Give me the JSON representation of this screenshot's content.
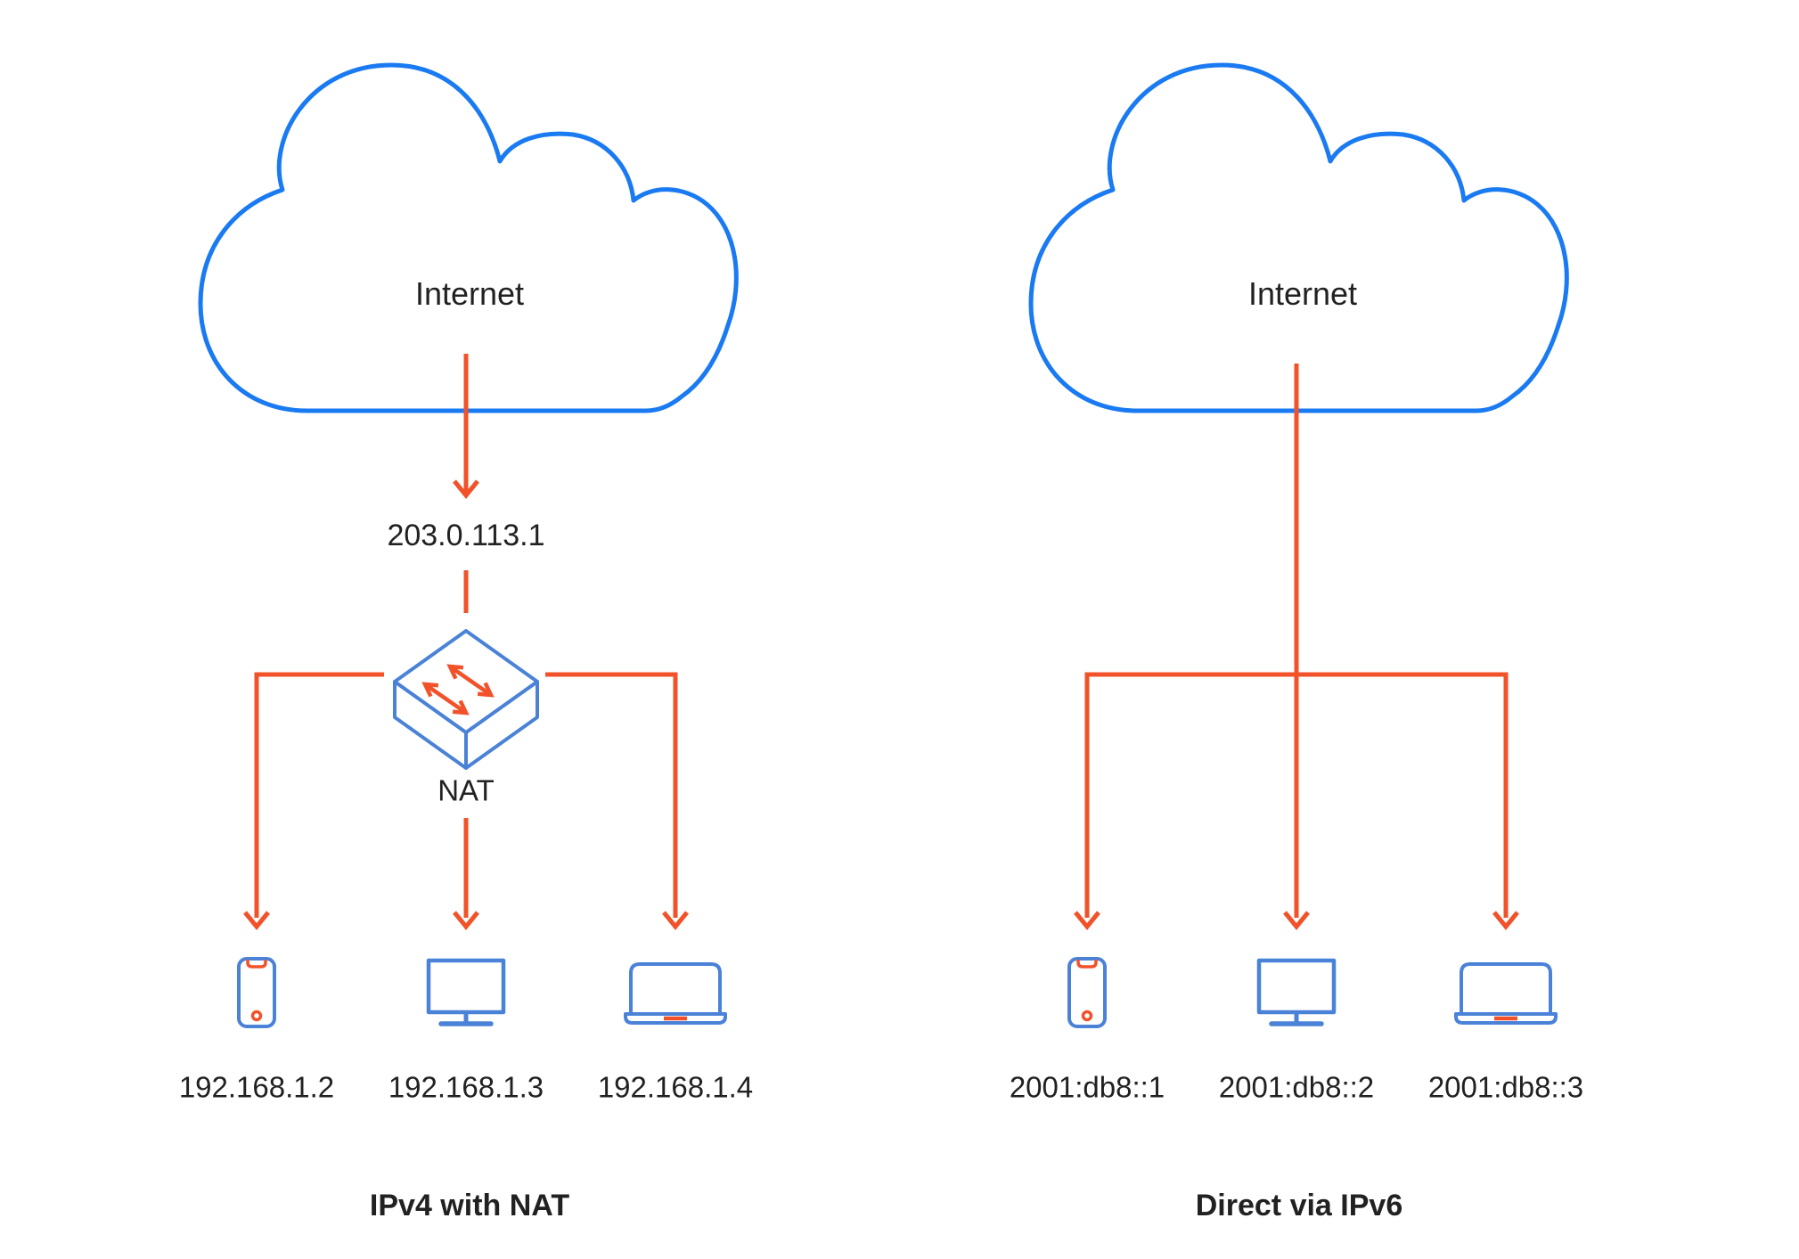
{
  "colors": {
    "cloud_blue": "#1a7af2",
    "device_blue": "#4a82d8",
    "accent_orange": "#f1522a",
    "text": "#212121"
  },
  "left": {
    "cloud_label": "Internet",
    "public_ip": "203.0.113.1",
    "nat_label": "NAT",
    "devices": [
      {
        "type": "phone",
        "ip": "192.168.1.2"
      },
      {
        "type": "monitor",
        "ip": "192.168.1.3"
      },
      {
        "type": "laptop",
        "ip": "192.168.1.4"
      }
    ],
    "caption": "IPv4 with NAT"
  },
  "right": {
    "cloud_label": "Internet",
    "devices": [
      {
        "type": "phone",
        "ip": "2001:db8::1"
      },
      {
        "type": "monitor",
        "ip": "2001:db8::2"
      },
      {
        "type": "laptop",
        "ip": "2001:db8::3"
      }
    ],
    "caption": "Direct via IPv6"
  }
}
